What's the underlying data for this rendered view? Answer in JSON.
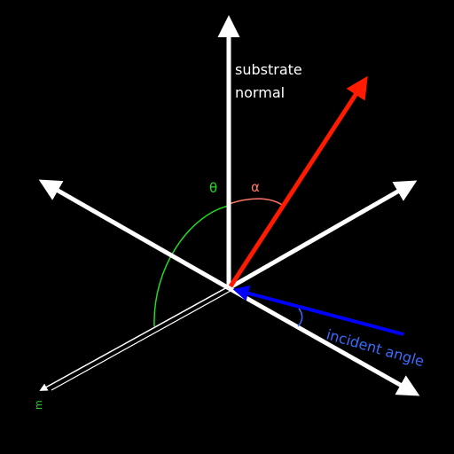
{
  "labels": {
    "normal_line1": "substrate",
    "normal_line2": "normal",
    "theta": "θ",
    "alpha": "α",
    "incident": "incident angle",
    "m": "m"
  },
  "colors": {
    "background": "#000000",
    "axis": "#ffffff",
    "vector": "#ff1a00",
    "incident": "#0000ff",
    "incident_text": "#3b6cff",
    "theta": "#22dd22",
    "alpha": "#ff7766"
  }
}
